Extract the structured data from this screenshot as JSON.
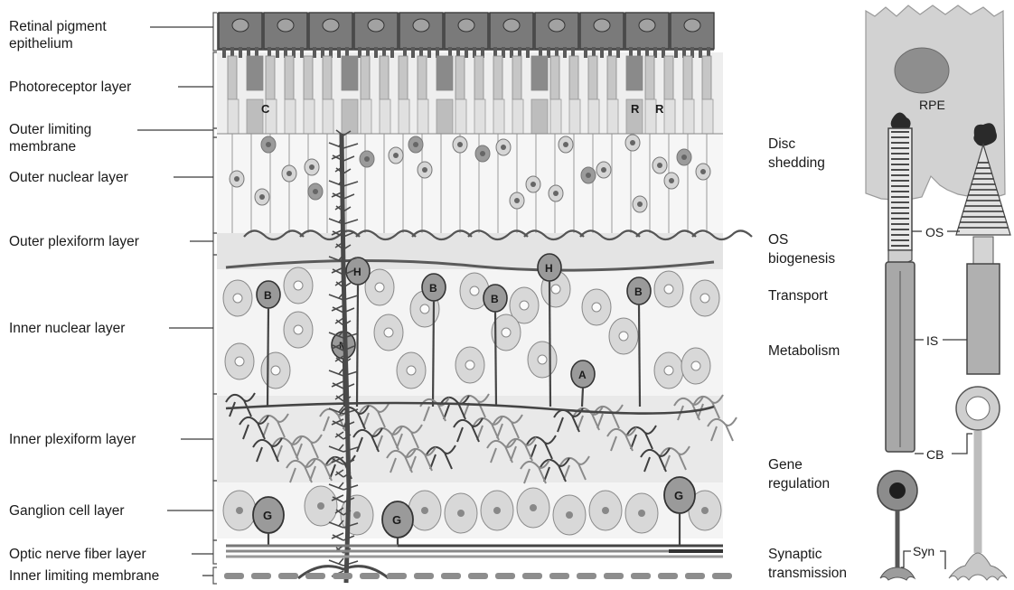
{
  "left_panel": {
    "layers": [
      {
        "id": "rpe",
        "lines": [
          "Retinal pigment",
          "epithelium"
        ]
      },
      {
        "id": "photoreceptor",
        "lines": [
          "Photoreceptor layer"
        ]
      },
      {
        "id": "olm",
        "lines": [
          "Outer limiting",
          "membrane"
        ]
      },
      {
        "id": "onl",
        "lines": [
          "Outer nuclear layer"
        ]
      },
      {
        "id": "opl",
        "lines": [
          "Outer plexiform layer"
        ]
      },
      {
        "id": "inl",
        "lines": [
          "Inner nuclear layer"
        ]
      },
      {
        "id": "ipl",
        "lines": [
          "Inner plexiform layer"
        ]
      },
      {
        "id": "gcl",
        "lines": [
          "Ganglion cell layer"
        ]
      },
      {
        "id": "onfl",
        "lines": [
          "Optic nerve fiber layer"
        ]
      },
      {
        "id": "ilm",
        "lines": [
          "Inner limiting membrane"
        ]
      }
    ],
    "cell_labels": {
      "cone": "C",
      "rod": "R",
      "horizontal": "H",
      "bipolar": "B",
      "muller": "M",
      "amacrine": "A",
      "ganglion": "G"
    }
  },
  "right_panel": {
    "functions": [
      {
        "id": "disc",
        "lines": [
          "Disc",
          "shedding"
        ]
      },
      {
        "id": "osb",
        "lines": [
          "OS",
          "biogenesis"
        ]
      },
      {
        "id": "transport",
        "lines": [
          "Transport"
        ]
      },
      {
        "id": "metabolism",
        "lines": [
          "Metabolism"
        ]
      },
      {
        "id": "gene",
        "lines": [
          "Gene",
          "regulation"
        ]
      },
      {
        "id": "synaptic",
        "lines": [
          "Synaptic",
          "transmission"
        ]
      }
    ],
    "parts": {
      "rpe": "RPE",
      "os": "OS",
      "is": "IS",
      "cb": "CB",
      "syn": "Syn"
    }
  },
  "colors": {
    "rpe_cells": "#6b6b6b",
    "rpe_right": "#d2d2d2",
    "dark_fiber": "#555555",
    "light_cell": "#d8d8d8",
    "mid_cell": "#9a9a9a"
  }
}
